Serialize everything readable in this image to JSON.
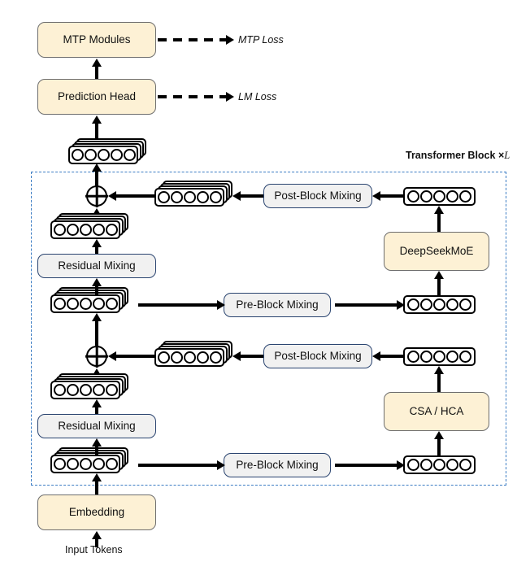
{
  "diagram": {
    "title_note": "Transformer Block",
    "repeat_label": "×",
    "repeat_symbol": "L",
    "colors": {
      "module_fill": "#FDF1D5",
      "module_border": "#6E6E6E",
      "mixing_fill": "#F1F1F1",
      "mixing_border": "#2A4470",
      "dashed_border": "#3C7DC4",
      "arrow": "#000000",
      "token_outline": "#000000"
    }
  },
  "modules": {
    "mtp_modules": "MTP Modules",
    "prediction_head": "Prediction Head",
    "embedding": "Embedding",
    "deepseekmoe": "DeepSeekMoE",
    "csa_hca": "CSA / HCA"
  },
  "mixing": {
    "post_block_upper": "Post-Block Mixing",
    "pre_block_upper": "Pre-Block Mixing",
    "residual_upper": "Residual Mixing",
    "post_block_lower": "Post-Block Mixing",
    "pre_block_lower": "Pre-Block Mixing",
    "residual_lower": "Residual Mixing"
  },
  "losses": {
    "mtp_loss": "MTP Loss",
    "lm_loss": "LM Loss"
  },
  "inputs": {
    "input_tokens": "Input Tokens"
  },
  "tokens": {
    "dots_per_row": 5,
    "stack_sheets": 3
  }
}
